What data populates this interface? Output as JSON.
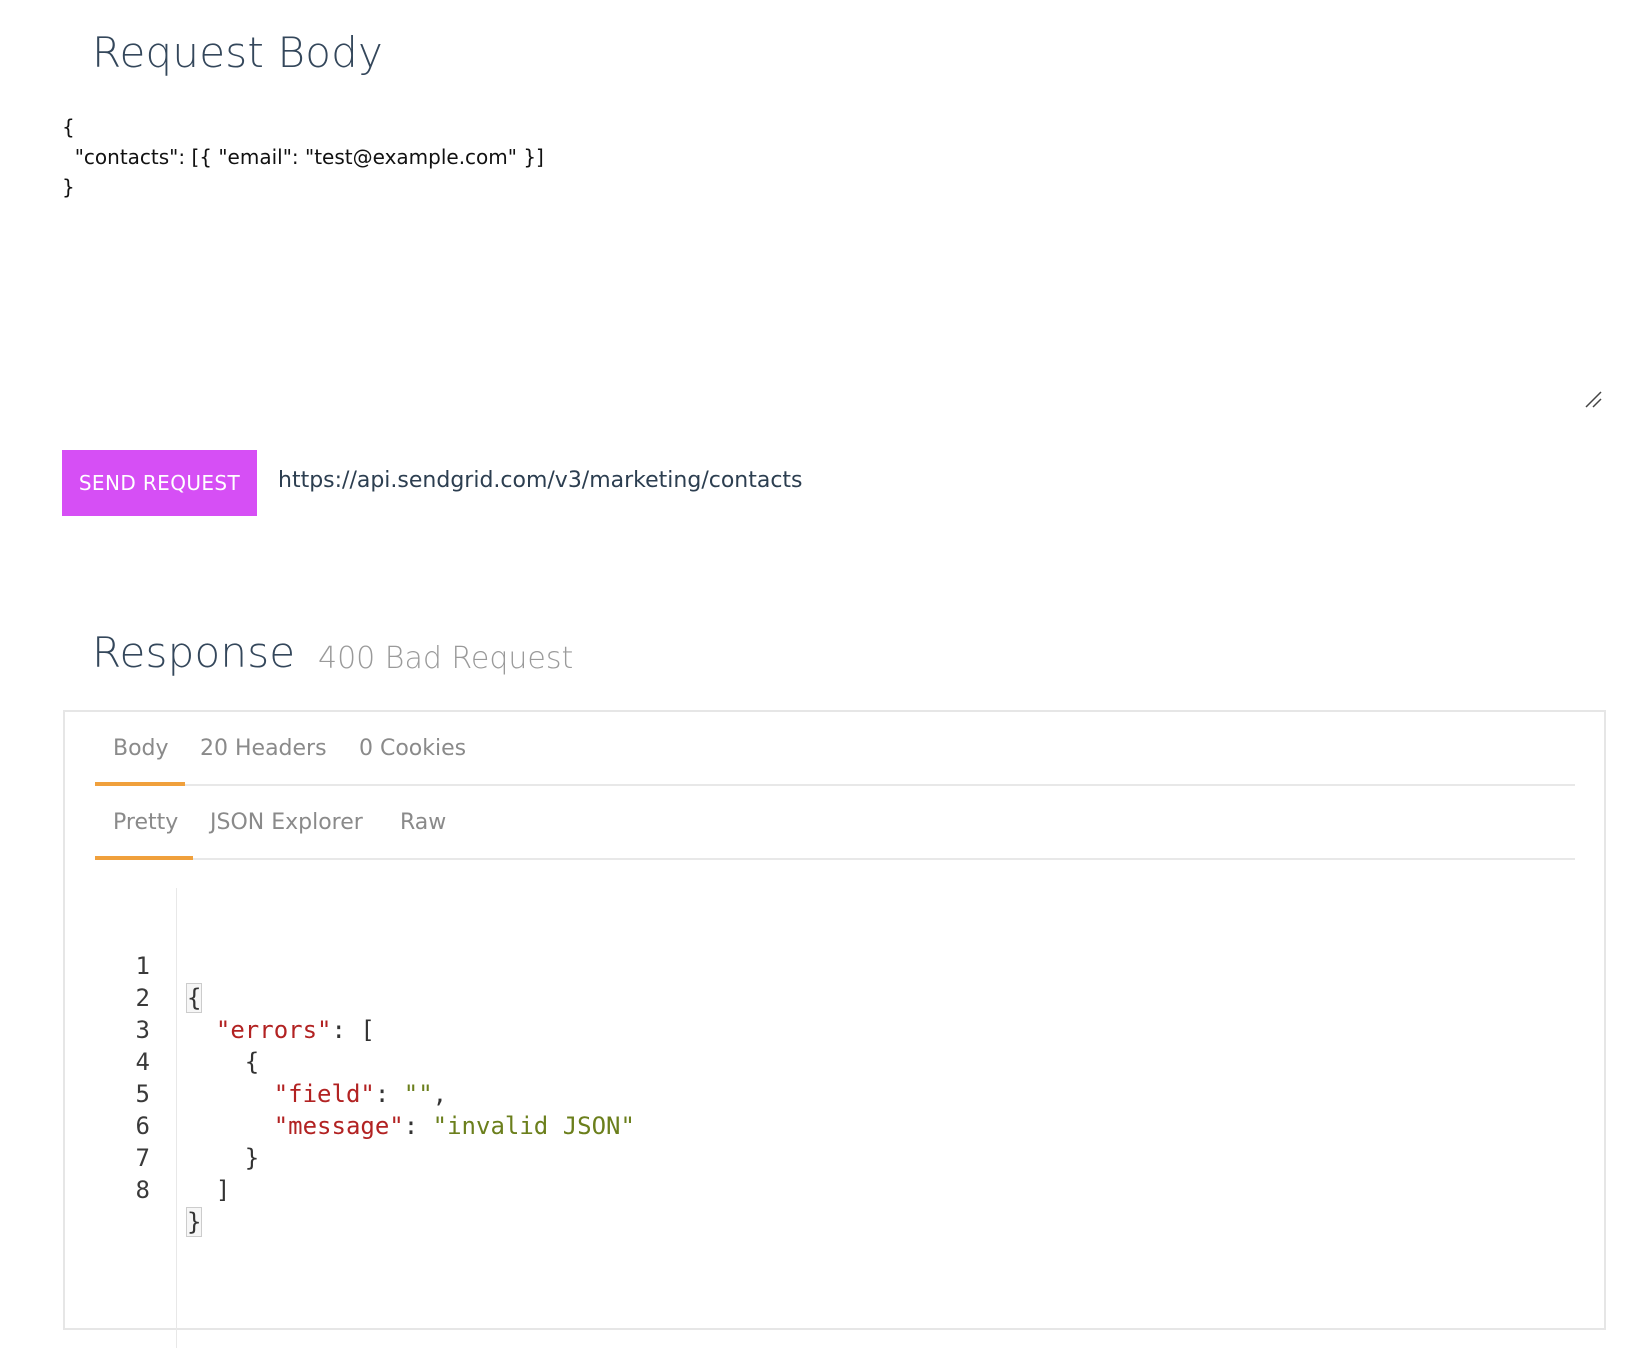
{
  "request": {
    "title": "Request Body",
    "body": "{\n  \"contacts\": [{ \"email\": \"test@example.com\" }]\n}"
  },
  "send": {
    "button_label": "SEND REQUEST",
    "url": "https://api.sendgrid.com/v3/marketing/contacts"
  },
  "response": {
    "title": "Response",
    "status": "400 Bad Request",
    "tabs": [
      {
        "label": "Body",
        "active": true
      },
      {
        "label": "20 Headers",
        "active": false
      },
      {
        "label": "0 Cookies",
        "active": false
      }
    ],
    "view_tabs": [
      {
        "label": "Pretty",
        "active": true
      },
      {
        "label": "JSON Explorer",
        "active": false
      },
      {
        "label": "Raw",
        "active": false
      }
    ],
    "code": {
      "line_numbers": [
        "1",
        "2",
        "3",
        "4",
        "5",
        "6",
        "7",
        "8"
      ],
      "l1": "{",
      "l2_key": "\"errors\"",
      "l2_rest": ": [",
      "l3": "{",
      "l4_key": "\"field\"",
      "l4_sep": ": ",
      "l4_val": "\"\"",
      "l4_end": ",",
      "l5_key": "\"message\"",
      "l5_sep": ": ",
      "l5_val": "\"invalid JSON\"",
      "l6": "}",
      "l7": "]",
      "l8": "}"
    }
  },
  "colors": {
    "send_button": "#d64ff5",
    "tab_active_underline": "#f0a03c",
    "json_key": "#b22222",
    "json_string": "#6b7f1c"
  }
}
